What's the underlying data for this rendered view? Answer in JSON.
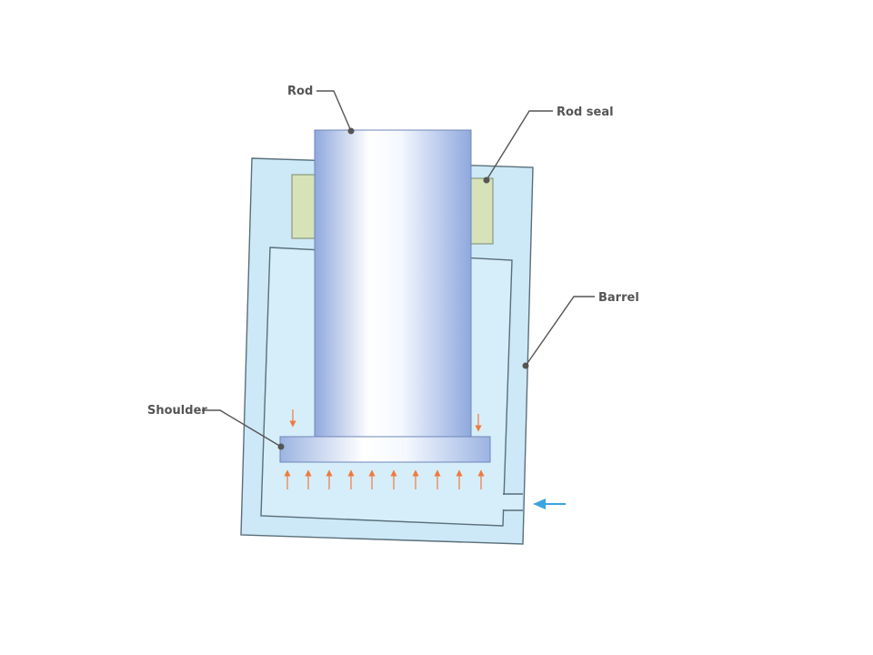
{
  "labels": {
    "rod": "Rod",
    "rod_seal": "Rod seal",
    "barrel": "Barrel",
    "shoulder": "Shoulder"
  },
  "colors": {
    "barrel_fill": "#cde9f7",
    "barrel_stroke": "#5a6f7a",
    "rod_light": "#ffffff",
    "rod_dark": "#8fa8dd",
    "seal_fill": "#d6e2b8",
    "pressure_arrow": "#f07a3c",
    "inlet_arrow": "#3aa4e0",
    "leader": "#555555"
  }
}
